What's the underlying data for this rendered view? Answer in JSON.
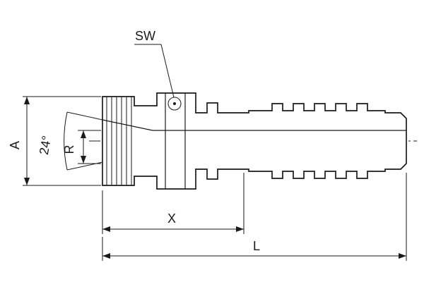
{
  "drawing": {
    "type": "technical-drawing",
    "subject": "hydraulic-hose-fitting-side-section-view",
    "labels": {
      "sw": "SW",
      "a": "A",
      "angle": "24°",
      "r": "R",
      "x": "X",
      "l": "L"
    },
    "colors": {
      "line": "#1a1a1a",
      "background": "#ffffff"
    }
  }
}
